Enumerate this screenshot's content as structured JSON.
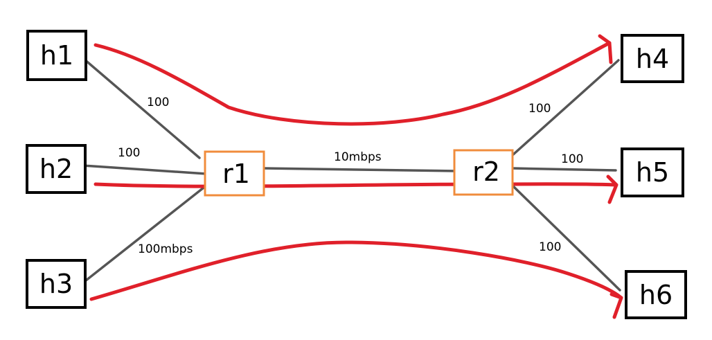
{
  "diagram": {
    "colors": {
      "link": "#555555",
      "flow": "#e0202a",
      "router_border": "#f08c3c",
      "host_border": "#000000"
    },
    "hosts": [
      {
        "id": "h1",
        "label": "h1"
      },
      {
        "id": "h2",
        "label": "h2"
      },
      {
        "id": "h3",
        "label": "h3"
      },
      {
        "id": "h4",
        "label": "h4"
      },
      {
        "id": "h5",
        "label": "h5"
      },
      {
        "id": "h6",
        "label": "h6"
      }
    ],
    "routers": [
      {
        "id": "r1",
        "label": "r1"
      },
      {
        "id": "r2",
        "label": "r2"
      }
    ],
    "links": [
      {
        "from": "h1",
        "to": "r1",
        "label": "100"
      },
      {
        "from": "h2",
        "to": "r1",
        "label": "100"
      },
      {
        "from": "h3",
        "to": "r1",
        "label": "100mbps"
      },
      {
        "from": "r1",
        "to": "r2",
        "label": "10mbps"
      },
      {
        "from": "r2",
        "to": "h4",
        "label": "100"
      },
      {
        "from": "r2",
        "to": "h5",
        "label": "100"
      },
      {
        "from": "r2",
        "to": "h6",
        "label": "100"
      }
    ],
    "flows": [
      {
        "from": "h1",
        "to": "h4"
      },
      {
        "from": "h2",
        "to": "h5"
      },
      {
        "from": "h3",
        "to": "h6"
      }
    ]
  }
}
